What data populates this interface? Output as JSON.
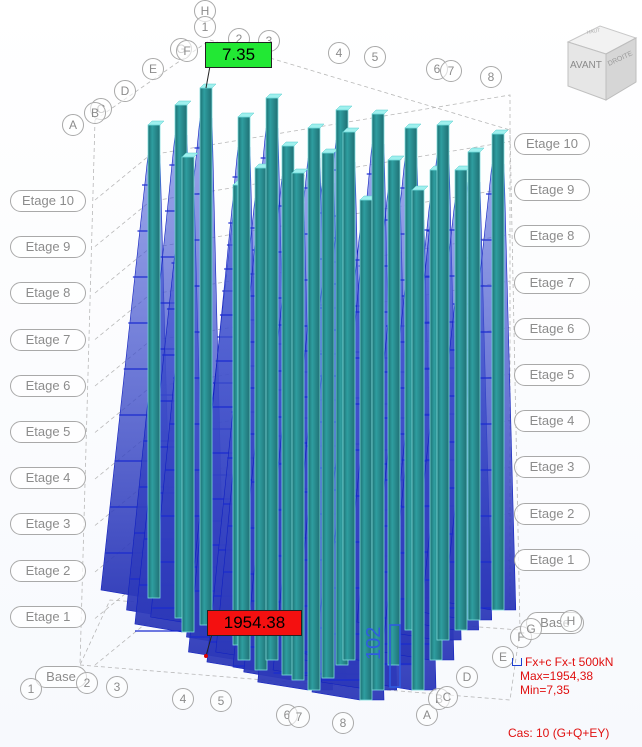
{
  "storey_labels_left": [
    "Etage 10",
    "Etage 9",
    "Etage 8",
    "Etage 7",
    "Etage 6",
    "Etage 5",
    "Etage 4",
    "Etage 3",
    "Etage 2",
    "Etage 1",
    "Base"
  ],
  "storey_labels_right": [
    "Etage 10",
    "Etage 9",
    "Etage 8",
    "Etage 7",
    "Etage 6",
    "Etage 5",
    "Etage 4",
    "Etage 3",
    "Etage 2",
    "Etage 1",
    "Base"
  ],
  "grid_labels_top": [
    "H",
    "1",
    "2",
    "3",
    "G",
    "F",
    "E",
    "D",
    "C",
    "B",
    "A",
    "4",
    "5",
    "6",
    "7",
    "8"
  ],
  "grid_labels_bottom": [
    "1",
    "2",
    "3",
    "4",
    "5",
    "6",
    "7",
    "8",
    "A",
    "B",
    "C",
    "D",
    "E",
    "F",
    "G",
    "H"
  ],
  "extreme_min_value": "7.35",
  "extreme_max_value": "1954.38",
  "scale_value": "102",
  "legend": {
    "title": "Fx+c Fx-t  500kN",
    "max": "Max=1954,38",
    "min": "Min=7,35"
  },
  "load_case": "Cas: 10 (G+Q+EY)",
  "view_cube": {
    "front": "AVANT",
    "right": "DROITE",
    "top": "HAUT"
  },
  "colors": {
    "column_fill": "#2a8f92",
    "column_edge": "#8ce8e8",
    "diagram_fill": "#3b4fc8",
    "diagram_line": "#1020c0",
    "min_tag": "#22e834",
    "max_tag": "#f41010",
    "legend_text": "#e01010"
  }
}
